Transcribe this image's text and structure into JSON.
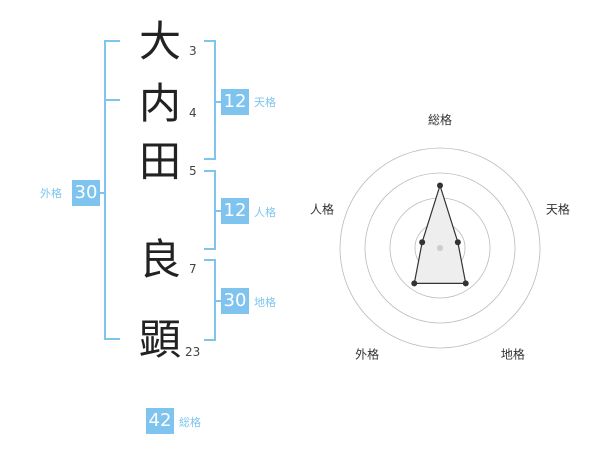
{
  "name": {
    "chars": [
      {
        "char": "大",
        "strokes": "3"
      },
      {
        "char": "内",
        "strokes": "4"
      },
      {
        "char": "田",
        "strokes": "5"
      },
      {
        "char": "良",
        "strokes": "7"
      },
      {
        "char": "顕",
        "strokes": "23"
      }
    ]
  },
  "fortune": {
    "tenkaku": {
      "value": "12",
      "label": "天格"
    },
    "jinkaku": {
      "value": "12",
      "label": "人格"
    },
    "chikaku": {
      "value": "30",
      "label": "地格"
    },
    "gaikaku": {
      "value": "30",
      "label": "外格"
    },
    "soukaku": {
      "value": "42",
      "label": "総格"
    }
  },
  "radar": {
    "labels": [
      "総格",
      "天格",
      "地格",
      "外格",
      "人格"
    ],
    "rings": 4,
    "max": 4,
    "values": [
      2.5,
      0.75,
      1.75,
      1.75,
      0.75
    ],
    "fill_color": "#eeeeee",
    "line_color": "#333333"
  },
  "colors": {
    "accent": "#7ec4ef"
  }
}
